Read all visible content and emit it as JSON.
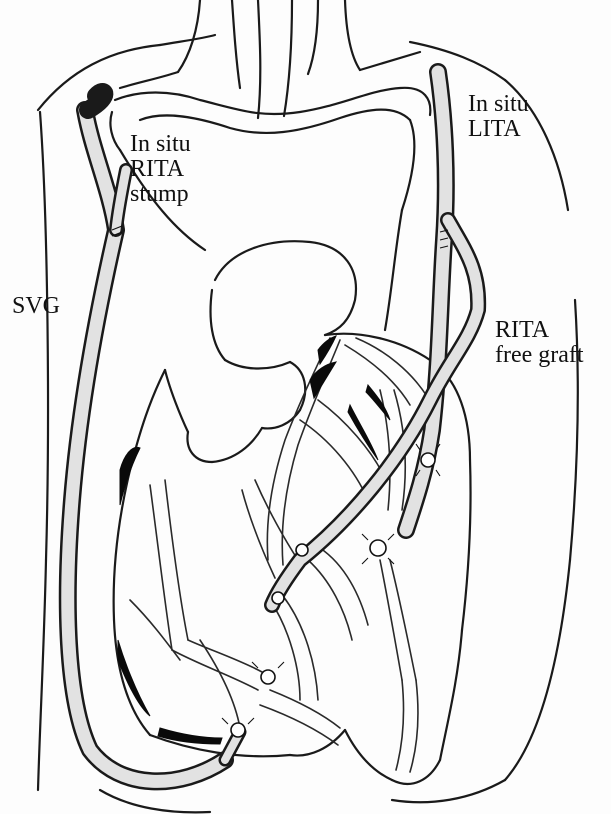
{
  "labels": {
    "rita_stump": "In situ\nRITA\nstump",
    "lita": "In situ\nLITA",
    "svg": "SVG",
    "rita_free_graft": "RITA\nfree graft"
  },
  "colors": {
    "outline": "#1a1a1a",
    "graft_fill": "#e2e2e2",
    "lesion": "#0a0a0a",
    "background": "#fdfdfd"
  }
}
